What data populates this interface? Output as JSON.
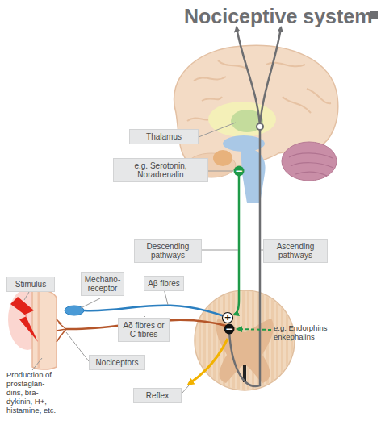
{
  "diagram": {
    "title": "Nociceptive system",
    "nodes": [
      {
        "text": [
          "Thalamus"
        ]
      },
      {
        "text": [
          "e.g. Serotonin, Noradrenalin"
        ]
      },
      {
        "text": [
          "Descending pathways"
        ]
      },
      {
        "text": [
          "Ascending pathways"
        ]
      },
      {
        "text": [
          "Stimulus"
        ]
      },
      {
        "text": [
          "Mechano- receptor"
        ]
      },
      {
        "text": [
          "Aβ fibres"
        ]
      },
      {
        "text": [
          "Aδ fibres or C fibres"
        ]
      },
      {
        "text": [
          "Nociceptors"
        ]
      },
      {
        "text": [
          "Reflex"
        ]
      }
    ],
    "labels": [
      "−",
      "+",
      "−",
      "e.g. Endorphins enkephalins",
      "Production of prostaglan- dins, bra- dykinin, H+, histamine, etc."
    ]
  }
}
